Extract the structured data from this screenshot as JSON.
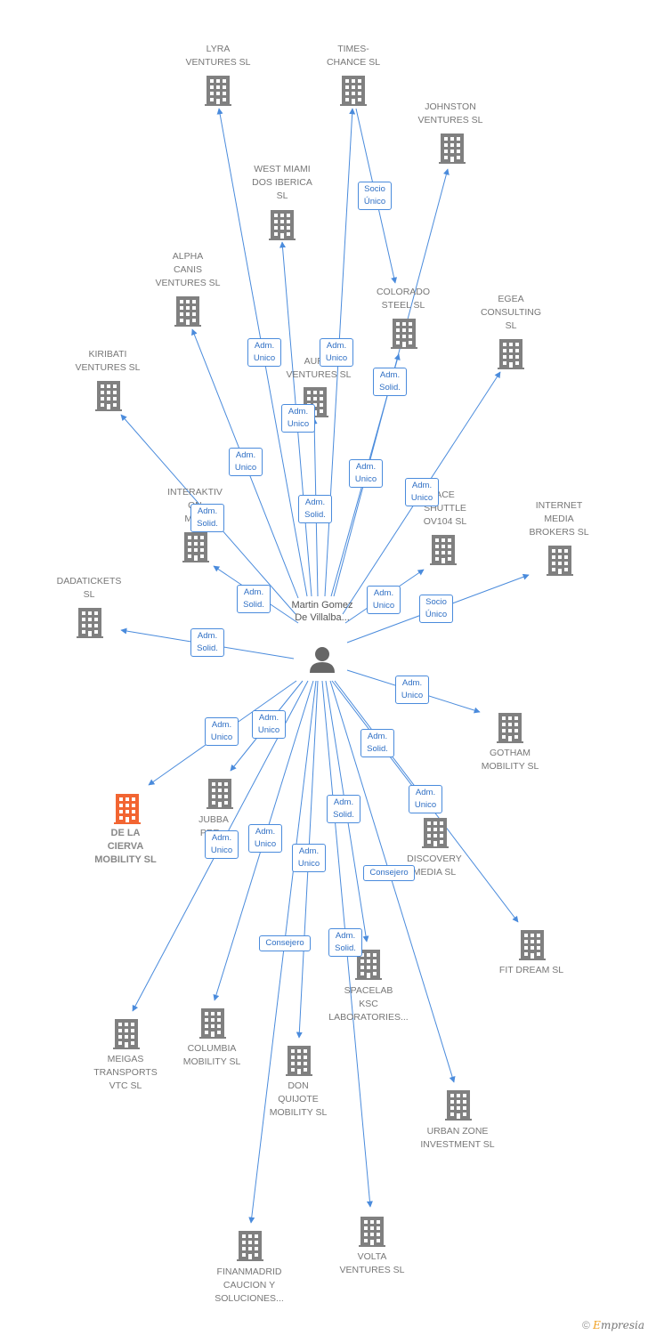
{
  "person": {
    "name": "Martin Gomez De Villalba..."
  },
  "colors": {
    "edge": "#4a8bdc",
    "building": "#808080",
    "highlight": "#f26532"
  },
  "companies": [
    {
      "id": "lyra",
      "label": "LYRA\nVENTURES  SL"
    },
    {
      "id": "times",
      "label": "TIMES-\nCHANCE  SL"
    },
    {
      "id": "johnston",
      "label": "JOHNSTON\nVENTURES  SL"
    },
    {
      "id": "westmiami",
      "label": "WEST MIAMI\nDOS IBERICA\nSL"
    },
    {
      "id": "alpha",
      "label": "ALPHA\nCANIS\nVENTURES  SL"
    },
    {
      "id": "colorado",
      "label": "COLORADO\nSTEEL  SL"
    },
    {
      "id": "egea",
      "label": "EGEA\nCONSULTING\nSL"
    },
    {
      "id": "kiribati",
      "label": "KIRIBATI\nVENTURES  SL"
    },
    {
      "id": "auric",
      "label": "AURIC\nVENTURES  SL"
    },
    {
      "id": "interaktiv",
      "label": "INTERAKTIV\nON\nMED"
    },
    {
      "id": "space",
      "label": "ACE\nSHUTTLE\nOV104  SL"
    },
    {
      "id": "internet",
      "label": "INTERNET\nMEDIA\nBROKERS SL"
    },
    {
      "id": "dada",
      "label": "DADATICKETS\nSL"
    },
    {
      "id": "gotham",
      "label": "GOTHAM\nMOBILITY  SL"
    },
    {
      "id": "delacierva",
      "label": "DE LA\nCIERVA\nMOBILITY  SL"
    },
    {
      "id": "jubba",
      "label": "JUBBA\nPRE..."
    },
    {
      "id": "discovery",
      "label": "DISCOVERY\nMEDIA  SL"
    },
    {
      "id": "fitdream",
      "label": "FIT DREAM  SL"
    },
    {
      "id": "spacelab",
      "label": "SPACELAB\nKSC\nLABORATORIES..."
    },
    {
      "id": "meigas",
      "label": "MEIGAS\nTRANSPORTS\nVTC  SL"
    },
    {
      "id": "columbia",
      "label": "COLUMBIA\nMOBILITY  SL"
    },
    {
      "id": "donquijote",
      "label": "DON\nQUIJOTE\nMOBILITY  SL"
    },
    {
      "id": "urban",
      "label": "URBAN ZONE\nINVESTMENT SL"
    },
    {
      "id": "finanmadrid",
      "label": "FINANMADRID\nCAUCION Y\nSOLUCIONES..."
    },
    {
      "id": "volta",
      "label": "VOLTA\nVENTURES  SL"
    }
  ],
  "relations": [
    {
      "id": "r-times",
      "label": "Socio\nÚnico"
    },
    {
      "id": "r-lyra",
      "label": "Adm.\nUnico"
    },
    {
      "id": "r-johnston",
      "label": "Adm.\nUnico"
    },
    {
      "id": "r-colorado",
      "label": "Adm.\nSolid."
    },
    {
      "id": "r-westmiami",
      "label": "Adm.\nUnico"
    },
    {
      "id": "r-alpha",
      "label": "Adm.\nUnico"
    },
    {
      "id": "r-auric",
      "label": "Adm.\nSolid."
    },
    {
      "id": "r-timesadm",
      "label": "Adm.\nUnico"
    },
    {
      "id": "r-egea",
      "label": "Adm.\nUnico"
    },
    {
      "id": "r-kiribati",
      "label": "Adm.\nSolid."
    },
    {
      "id": "r-interaktiv",
      "label": "Adm.\nSolid."
    },
    {
      "id": "r-space",
      "label": "Adm.\nUnico"
    },
    {
      "id": "r-internet",
      "label": "Socio\nÚnico"
    },
    {
      "id": "r-dada",
      "label": "Adm.\nSolid."
    },
    {
      "id": "r-gotham",
      "label": "Adm.\nUnico"
    },
    {
      "id": "r-delacierva",
      "label": "Adm.\nUnico"
    },
    {
      "id": "r-jubba",
      "label": "Adm.\nUnico"
    },
    {
      "id": "r-discovery",
      "label": "Adm.\nSolid."
    },
    {
      "id": "r-fitdream",
      "label": "Adm.\nUnico"
    },
    {
      "id": "r-meigas",
      "label": "Adm.\nUnico"
    },
    {
      "id": "r-columbia",
      "label": "Adm.\nUnico"
    },
    {
      "id": "r-donquijote",
      "label": "Adm.\nUnico"
    },
    {
      "id": "r-spacelab",
      "label": "Adm.\nSolid."
    },
    {
      "id": "r-urban",
      "label": "Consejero"
    },
    {
      "id": "r-finanmadrid",
      "label": "Consejero"
    },
    {
      "id": "r-volta",
      "label": "Adm.\nSolid."
    }
  ],
  "brand": {
    "copyright": "©",
    "first": "E",
    "rest": "mpresia"
  }
}
